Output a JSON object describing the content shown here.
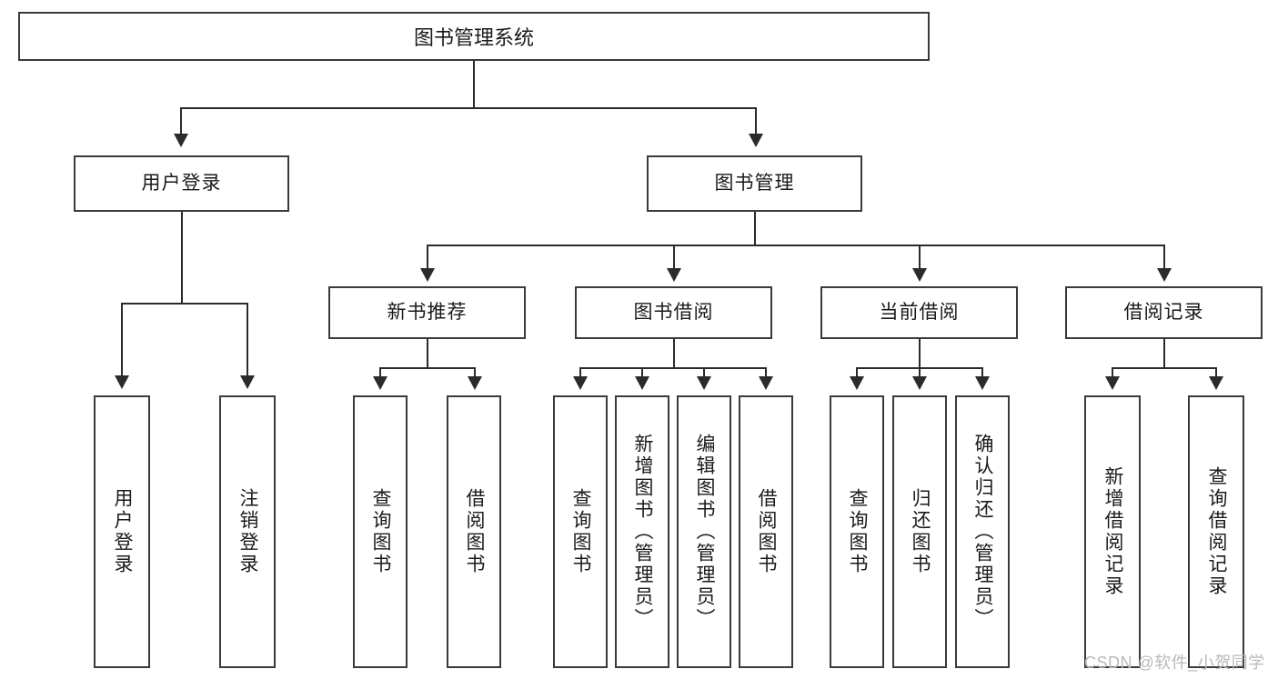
{
  "diagram": {
    "title": "图书管理系统",
    "type": "tree-hierarchy",
    "watermark": "CSDN @软件_小贺同学",
    "levels": {
      "root": {
        "label": "图书管理系统"
      },
      "level2": [
        {
          "label": "用户登录"
        },
        {
          "label": "图书管理"
        }
      ],
      "level3": [
        {
          "label": "新书推荐"
        },
        {
          "label": "图书借阅"
        },
        {
          "label": "当前借阅"
        },
        {
          "label": "借阅记录"
        }
      ],
      "leaves": {
        "user_login": [
          {
            "label": "用户登录"
          },
          {
            "label": "注销登录"
          }
        ],
        "new_book_rec": [
          {
            "label": "查询图书"
          },
          {
            "label": "借阅图书"
          }
        ],
        "book_borrow": [
          {
            "label": "查询图书"
          },
          {
            "label": "新增图书（管理员）"
          },
          {
            "label": "编辑图书（管理员）"
          },
          {
            "label": "借阅图书"
          }
        ],
        "current_borrow": [
          {
            "label": "查询图书"
          },
          {
            "label": "归还图书"
          },
          {
            "label": "确认归还（管理员）"
          }
        ],
        "borrow_record": [
          {
            "label": "新增借阅记录"
          },
          {
            "label": "查询借阅记录"
          }
        ]
      }
    },
    "colors": {
      "box_border": "#3a3a3a",
      "connector": "#2b2b2b",
      "background": "#ffffff",
      "text": "#1a1a1a",
      "watermark": "#b9b9b9"
    }
  }
}
